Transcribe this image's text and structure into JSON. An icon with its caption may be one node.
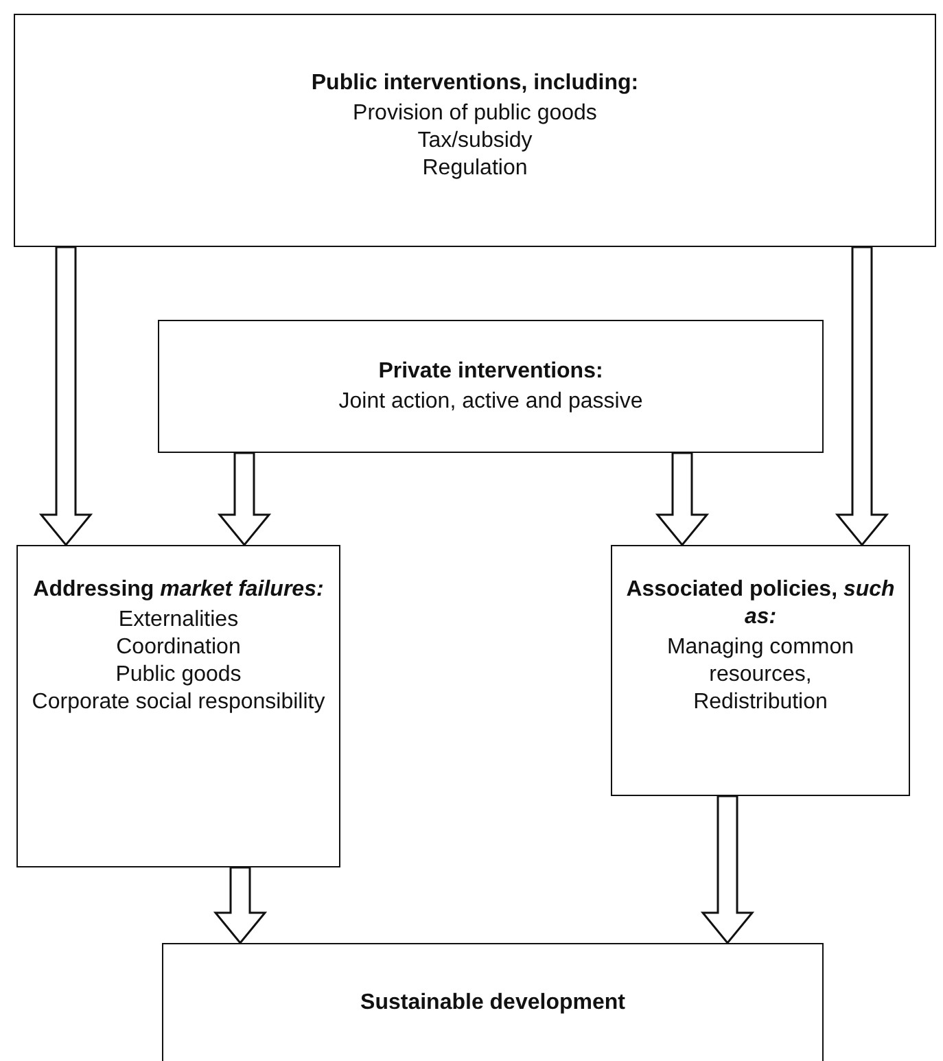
{
  "diagram": {
    "nodes": [
      {
        "text": [
          "Public interventions, including:",
          "Provision of public goods",
          "Tax/subsidy",
          "Regulation"
        ]
      },
      {
        "text": [
          "Private interventions:",
          "Joint action, active and passive"
        ]
      },
      {
        "text": [
          "Addressing *market failures:*",
          "Externalities",
          "Coordination",
          "Public goods",
          "Corporate social responsibility"
        ]
      },
      {
        "text": [
          "Associated policies, *such as:*",
          "Managing common resources,",
          "Redistribution"
        ]
      },
      {
        "text": [
          "Sustainable development"
        ]
      }
    ],
    "edges": [
      {
        "from": 0,
        "to": 2,
        "arrow": "to"
      },
      {
        "from": 1,
        "to": 2,
        "arrow": "to"
      },
      {
        "from": 1,
        "to": 3,
        "arrow": "to"
      },
      {
        "from": 0,
        "to": 3,
        "arrow": "to"
      },
      {
        "from": 2,
        "to": 4,
        "arrow": "to"
      },
      {
        "from": 3,
        "to": 4,
        "arrow": "to"
      }
    ]
  }
}
